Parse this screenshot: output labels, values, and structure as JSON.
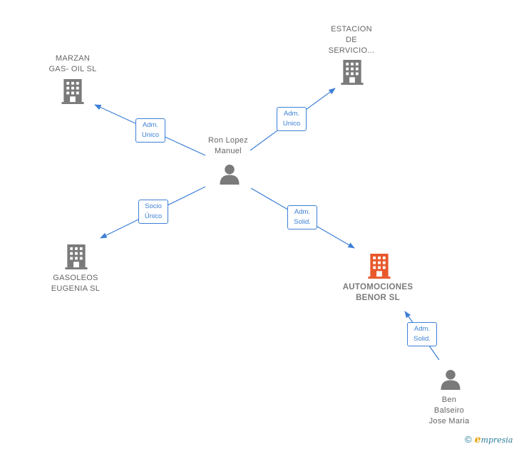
{
  "nodes": {
    "ron": {
      "lines": [
        "Ron Lopez",
        "Manuel"
      ]
    },
    "marzan": {
      "lines": [
        "MARZAN",
        "GAS- OIL SL"
      ]
    },
    "estacion": {
      "lines": [
        "ESTACION",
        "DE",
        "SERVICIO..."
      ]
    },
    "gasoleos": {
      "lines": [
        "GASOLEOS",
        "EUGENIA SL"
      ]
    },
    "automociones": {
      "lines": [
        "AUTOMOCIONES",
        "BENOR SL"
      ]
    },
    "ben": {
      "lines": [
        "Ben",
        "Balseiro",
        "Jose Maria"
      ]
    }
  },
  "edges": {
    "ron_marzan": {
      "lines": [
        "Adm.",
        "Unico"
      ]
    },
    "ron_estacion": {
      "lines": [
        "Adm.",
        "Unico"
      ]
    },
    "ron_gasoleos": {
      "lines": [
        "Socio",
        "Único"
      ]
    },
    "ron_automociones": {
      "lines": [
        "Adm.",
        "Solid."
      ]
    },
    "ben_automociones": {
      "lines": [
        "Adm.",
        "Solid."
      ]
    }
  },
  "colors": {
    "edge": "#3d7fd6",
    "company": "#7a7a7a",
    "company_highlight": "#e8582c",
    "person": "#7a7a7a"
  },
  "icons": {
    "company": "building-icon",
    "person": "person-icon"
  },
  "footer": {
    "copyright": "©",
    "brand_initial": "e",
    "brand_rest": "mpresia"
  }
}
